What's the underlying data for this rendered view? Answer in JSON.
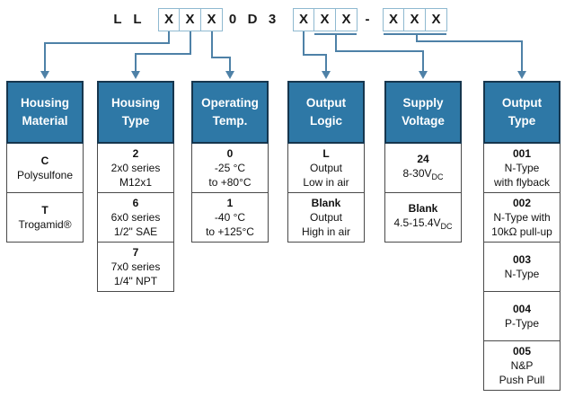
{
  "code": {
    "segments": [
      {
        "type": "char",
        "value": "L"
      },
      {
        "type": "char",
        "value": "L"
      },
      {
        "type": "boxes",
        "values": [
          "X",
          "X",
          "X"
        ]
      },
      {
        "type": "char",
        "value": "0"
      },
      {
        "type": "char",
        "value": "D"
      },
      {
        "type": "char",
        "value": "3"
      },
      {
        "type": "boxes",
        "values": [
          "X",
          "X",
          "X"
        ]
      },
      {
        "type": "char",
        "value": "-"
      },
      {
        "type": "boxes",
        "values": [
          "X",
          "X",
          "X"
        ]
      }
    ]
  },
  "colors": {
    "header_fill": "#2e78a6",
    "header_border": "#16364e",
    "header_text": "#ffffff",
    "connector_line": "#4e81a7",
    "code_box_border": "#8fb9d0",
    "cell_border": "#4a4a4a"
  },
  "columns": [
    {
      "title_lines": [
        "Housing",
        "Material"
      ],
      "cells": [
        {
          "code": "C",
          "lines": [
            "Polysulfone"
          ]
        },
        {
          "code": "T",
          "lines": [
            "Trogamid®"
          ]
        }
      ]
    },
    {
      "title_lines": [
        "Housing",
        "Type"
      ],
      "cells": [
        {
          "code": "2",
          "lines": [
            "2x0 series",
            "M12x1"
          ]
        },
        {
          "code": "6",
          "lines": [
            "6x0 series",
            "1/2\" SAE"
          ]
        },
        {
          "code": "7",
          "lines": [
            "7x0 series",
            "1/4\" NPT"
          ]
        }
      ]
    },
    {
      "title_lines": [
        "Operating",
        "Temp."
      ],
      "cells": [
        {
          "code": "0",
          "lines": [
            "-25 °C",
            "to +80°C"
          ]
        },
        {
          "code": "1",
          "lines": [
            "-40 °C",
            "to +125°C"
          ]
        }
      ]
    },
    {
      "title_lines": [
        "Output",
        "Logic"
      ],
      "cells": [
        {
          "code": "L",
          "lines": [
            "Output",
            "Low in air"
          ]
        },
        {
          "code": "Blank",
          "lines": [
            "Output",
            "High in air"
          ]
        }
      ]
    },
    {
      "title_lines": [
        "Supply",
        "Voltage"
      ],
      "cells": [
        {
          "code": "24",
          "lines": [
            {
              "text": "8-30V",
              "sub": "DC"
            }
          ]
        },
        {
          "code": "Blank",
          "lines": [
            {
              "text": "4.5-15.4V",
              "sub": "DC"
            }
          ]
        }
      ]
    },
    {
      "title_lines": [
        "Output",
        "Type"
      ],
      "cells": [
        {
          "code": "001",
          "lines": [
            "N-Type",
            "with flyback"
          ]
        },
        {
          "code": "002",
          "lines": [
            "N-Type with",
            "10kΩ pull-up"
          ]
        },
        {
          "code": "003",
          "lines": [
            "N-Type"
          ]
        },
        {
          "code": "004",
          "lines": [
            "P-Type"
          ]
        },
        {
          "code": "005",
          "lines": [
            "N&P",
            "Push Pull"
          ]
        }
      ]
    }
  ]
}
